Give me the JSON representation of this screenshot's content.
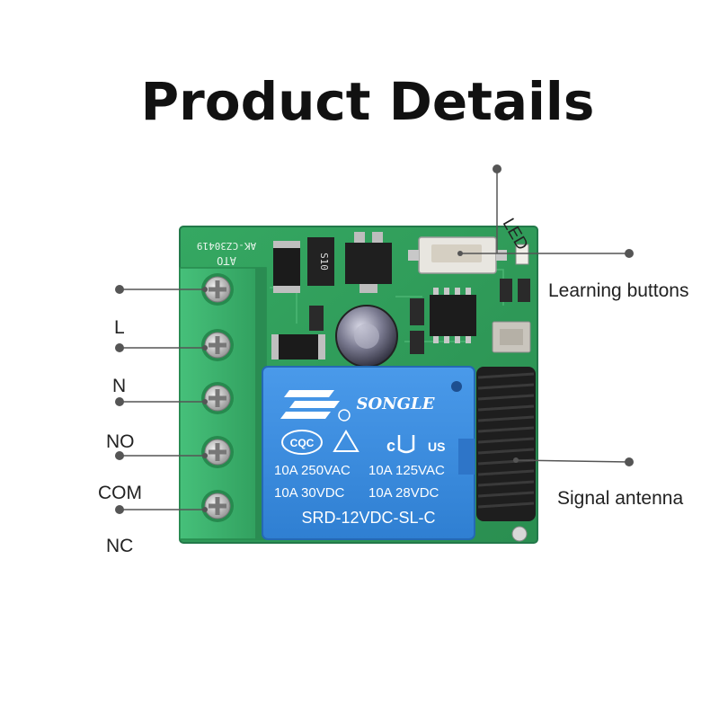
{
  "title": "Product Details",
  "labels": {
    "L": "L",
    "N": "N",
    "NO": "NO",
    "COM": "COM",
    "NC": "NC",
    "led": "LED",
    "learning": "Learning buttons",
    "antenna": "Signal antenna"
  },
  "board": {
    "silk_top1": "ATO",
    "silk_top2": "AK-CZ30419",
    "diode": "S10",
    "relay": {
      "brand": "SONGLE",
      "rating_ac_250": "10A 250VAC",
      "rating_ac_125": "10A 125VAC",
      "rating_dc_30": "10A 30VDC",
      "rating_dc_28": "10A 28VDC",
      "model": "SRD-12VDC-SL-C",
      "mark_cqc": "CQC",
      "mark_ul": "US"
    }
  },
  "colors": {
    "pcb": "#2f9a58",
    "terminal": "#3db36b",
    "relay": "#3d8ee0",
    "antenna": "#1e1e1e",
    "callout": "#555555"
  }
}
